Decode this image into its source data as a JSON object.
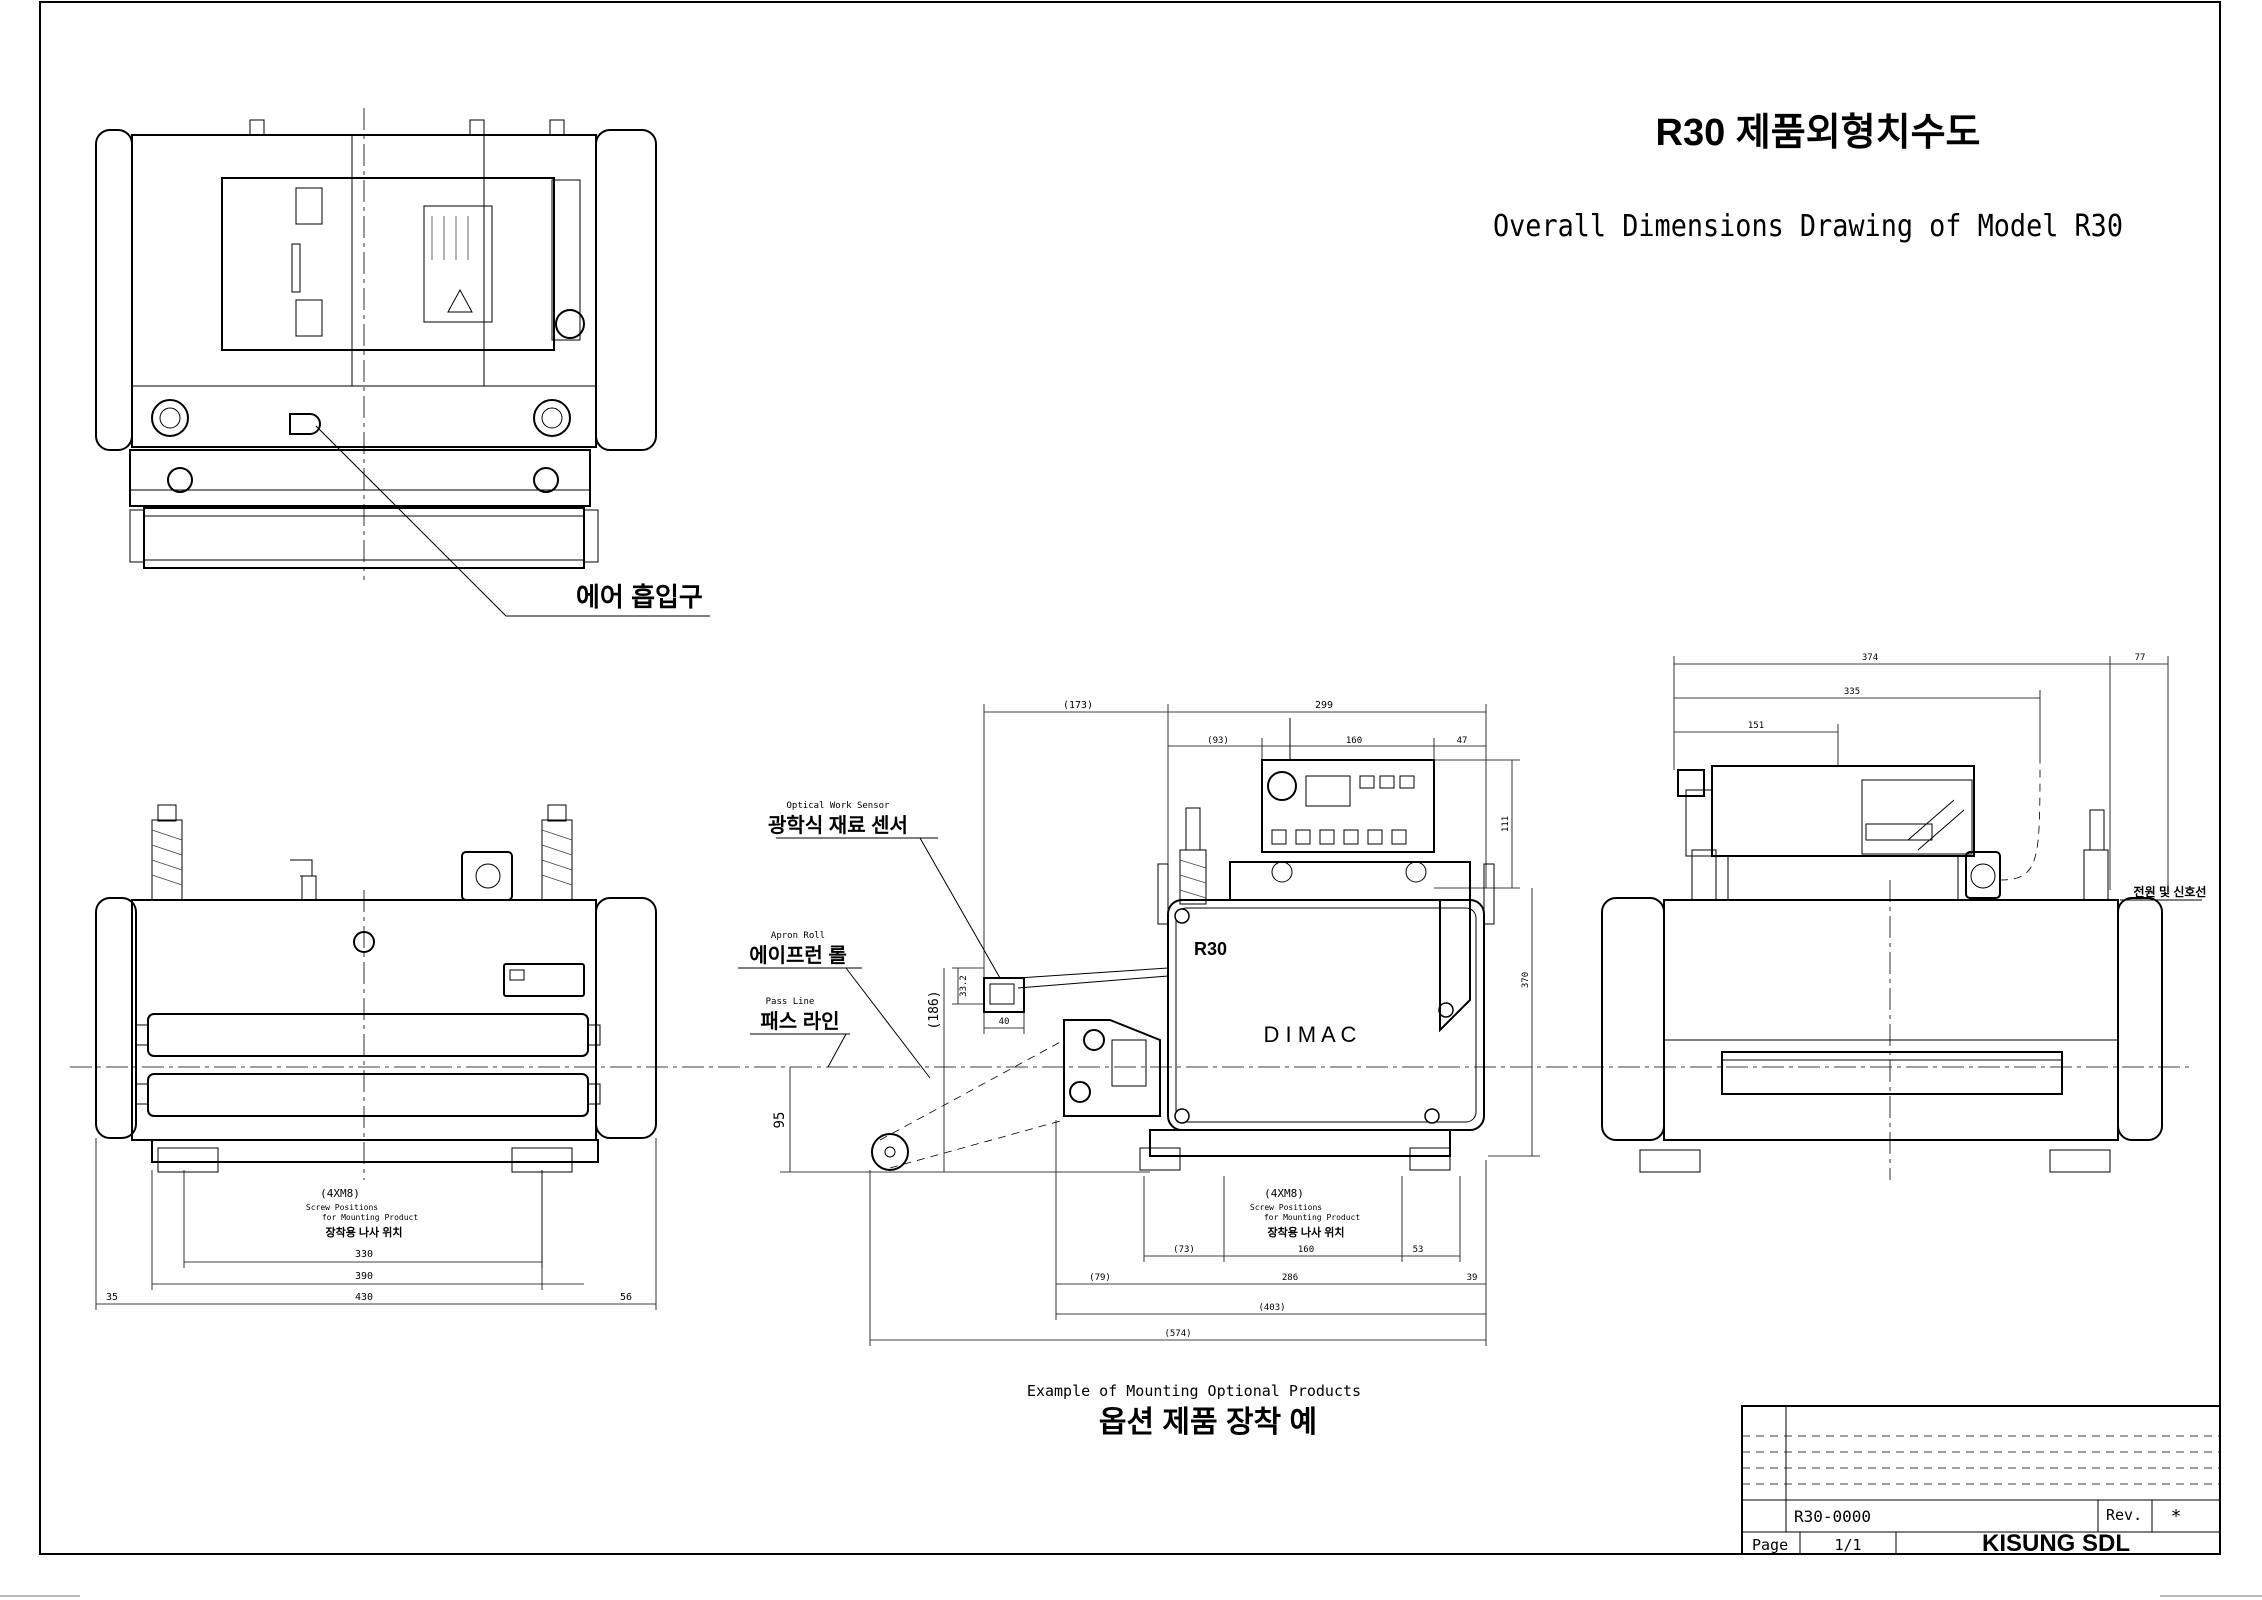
{
  "title": {
    "korean": "R30 제품외형치수도",
    "english": "Overall Dimensions Drawing of Model R30"
  },
  "labels": {
    "air_inlet": "에어 흡입구",
    "optical_sensor_en": "Optical Work Sensor",
    "optical_sensor_ko": "광학식 재료 센서",
    "apron_roll_en": "Apron Roll",
    "apron_roll_ko": "에이프런 롤",
    "pass_line_en": "Pass Line",
    "pass_line_ko": "패스 라인",
    "power_signal": "전원 및 신호선",
    "model_plate": "R30",
    "brand": "D I M A C",
    "optional_en": "Example of Mounting Optional Products",
    "optional_ko": "옵션 제품 장착 예"
  },
  "screw_note": {
    "spec": "(4XM8)",
    "en_line1": "Screw Positions",
    "en_line2": "for Mounting Product",
    "ko": "장착용 나사 위치"
  },
  "dims_front": {
    "d330": "330",
    "d390": "390",
    "d430": "430",
    "d35": "35",
    "d56": "56"
  },
  "dims_side": {
    "d173": "(173)",
    "d299": "299",
    "d93": "(93)",
    "d160a": "160",
    "d47": "47",
    "d111": "111",
    "d370": "370",
    "d33_2": "33.2",
    "d40": "40",
    "d186": "(186)",
    "d95": "95",
    "d73": "(73)",
    "d160b": "160",
    "d53": "53",
    "d79": "(79)",
    "d286": "286",
    "d39": "39",
    "d403": "(403)",
    "d574": "(574)"
  },
  "dims_right": {
    "d374": "374",
    "d77": "77",
    "d335": "335",
    "d151": "151"
  },
  "title_block": {
    "drawing_no": "R30-0000",
    "rev_label": "Rev.",
    "rev_value": "*",
    "page_label": "Page",
    "page_value": "1/1",
    "company": "KISUNG SDL"
  }
}
